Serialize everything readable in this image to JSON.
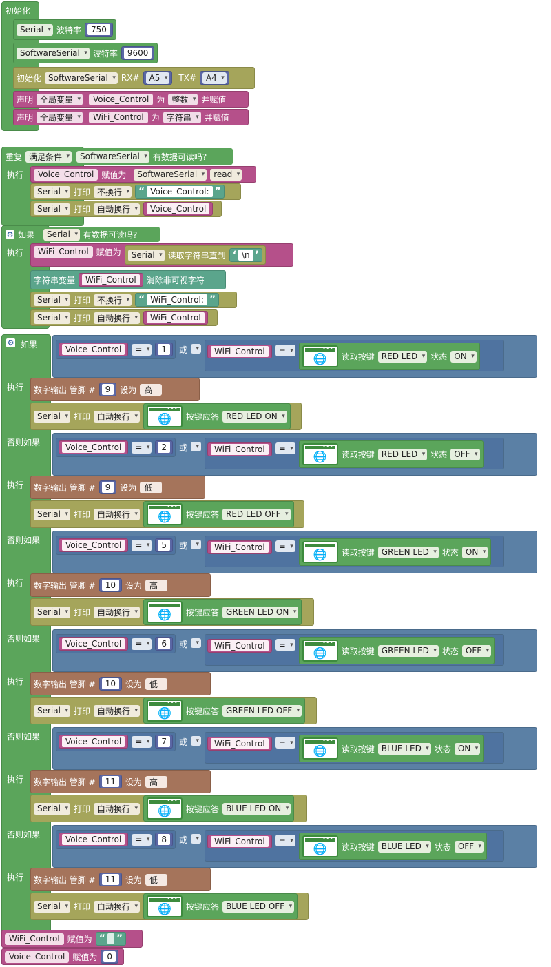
{
  "setup": {
    "title": "初始化",
    "serial_baud": {
      "port": "Serial",
      "label": "波特率",
      "value": "750"
    },
    "soft_baud": {
      "port": "SoftwareSerial",
      "label": "波特率",
      "value": "9600"
    },
    "soft_init": {
      "label": "初始化",
      "port": "SoftwareSerial",
      "rx_label": "RX#",
      "rx": "A5",
      "tx_label": "TX#",
      "tx": "A4"
    },
    "decl1": {
      "declare": "声明",
      "scope": "全局变量",
      "name": "Voice_Control",
      "as": "为",
      "type": "整数",
      "assign": "并赋值"
    },
    "decl2": {
      "declare": "声明",
      "scope": "全局变量",
      "name": "WiFi_Control",
      "as": "为",
      "type": "字符串",
      "assign": "并赋值"
    }
  },
  "loop1": {
    "repeat": "重复",
    "cond": "满足条件",
    "port": "SoftwareSerial",
    "avail": "有数据可读吗?",
    "do": "执行",
    "assign": {
      "var": "Voice_Control",
      "label": "赋值为",
      "port": "SoftwareSerial",
      "method": "read"
    },
    "print1": {
      "port": "Serial",
      "print": "打印",
      "mode": "不换行",
      "text": "Voice_Control:"
    },
    "print2": {
      "port": "Serial",
      "print": "打印",
      "mode": "自动换行",
      "var": "Voice_Control"
    }
  },
  "if1": {
    "if": "如果",
    "port": "Serial",
    "avail": "有数据可读吗?",
    "do": "执行",
    "assign": {
      "var": "WiFi_Control",
      "label": "赋值为",
      "port": "Serial",
      "read": "读取字符串直到",
      "delim": "\\n"
    },
    "trim": {
      "label": "字符串变量",
      "var": "WiFi_Control",
      "action": "消除非可视字符"
    },
    "print1": {
      "port": "Serial",
      "print": "打印",
      "mode": "不换行",
      "text": "WiFi_Control:"
    },
    "print2": {
      "port": "Serial",
      "print": "打印",
      "mode": "自动换行",
      "var": "WiFi_Control"
    }
  },
  "labels": {
    "if": "如果",
    "elseif": "否则如果",
    "do": "执行",
    "or": "或",
    "eq": "=",
    "read_btn": "读取按键",
    "state": "状态",
    "digital_out": "数字输出 管脚 #",
    "set": "设为",
    "serial": "Serial",
    "print": "打印",
    "newline": "自动换行",
    "reply": "按键应答",
    "voice": "Voice_Control",
    "wifi": "WiFi_Control"
  },
  "branches": [
    {
      "kw": "如果",
      "num": "1",
      "btn": "RED LED",
      "st": "ON",
      "pin": "9",
      "level": "高",
      "reply": "RED LED ON"
    },
    {
      "kw": "否则如果",
      "num": "2",
      "btn": "RED LED",
      "st": "OFF",
      "pin": "9",
      "level": "低",
      "reply": "RED LED OFF"
    },
    {
      "kw": "否则如果",
      "num": "5",
      "btn": "GREEN LED",
      "st": "ON",
      "pin": "10",
      "level": "高",
      "reply": "GREEN LED ON"
    },
    {
      "kw": "否则如果",
      "num": "6",
      "btn": "GREEN LED",
      "st": "OFF",
      "pin": "10",
      "level": "低",
      "reply": "GREEN LED OFF"
    },
    {
      "kw": "否则如果",
      "num": "7",
      "btn": "BLUE LED",
      "st": "ON",
      "pin": "11",
      "level": "高",
      "reply": "BLUE LED ON"
    },
    {
      "kw": "否则如果",
      "num": "8",
      "btn": "BLUE LED",
      "st": "OFF",
      "pin": "11",
      "level": "低",
      "reply": "BLUE LED OFF"
    }
  ],
  "tail": {
    "wifi_reset": {
      "var": "WiFi_Control",
      "label": "赋值为",
      "text": ""
    },
    "voice_reset": {
      "var": "Voice_Control",
      "label": "赋值为",
      "value": "0"
    }
  },
  "colors": {
    "green": "#5ba55b",
    "olive": "#a5a55b",
    "pink": "#b5508a",
    "blue": "#5b80a5",
    "teal": "#5ba58c",
    "brown": "#a5745b"
  }
}
